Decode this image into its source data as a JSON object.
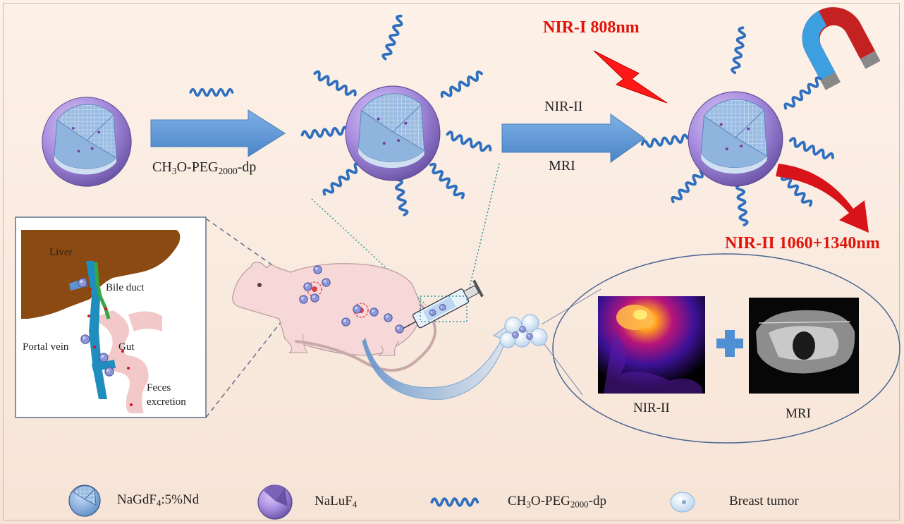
{
  "labels": {
    "reagent": "CH3O-PEG2000-dp",
    "nir2_step": "NIR-II",
    "mri_step": "MRI",
    "excitation": "NIR-I 808nm",
    "emission": "NIR-II 1060+1340nm",
    "liver": "Liver",
    "bile_duct": "Bile duct",
    "portal_vein": "Portal vein",
    "gut": "Gut",
    "feces_line1": "Feces",
    "feces_line2": "excretion",
    "image_nir2": "NIR-II",
    "image_mri": "MRI"
  },
  "legend": [
    {
      "icon": "core-particle-icon",
      "label": "NaGdF4:5%Nd"
    },
    {
      "icon": "shell-particle-icon",
      "label": "NaLuF4"
    },
    {
      "icon": "peg-chain-icon",
      "label": "CH3O-PEG2000-dp"
    },
    {
      "icon": "tumor-cell-icon",
      "label": "Breast tumor"
    }
  ],
  "colors": {
    "shell": "#a98ee0",
    "core": "#7fa8d6",
    "peg": "#2f6fbf",
    "arrow": "#5b93d3",
    "emission": "#d8141a",
    "liver": "#8b4a12",
    "vessel": "#1f8ebf",
    "bile": "#32a84a",
    "gut": "#f2c8c8"
  }
}
